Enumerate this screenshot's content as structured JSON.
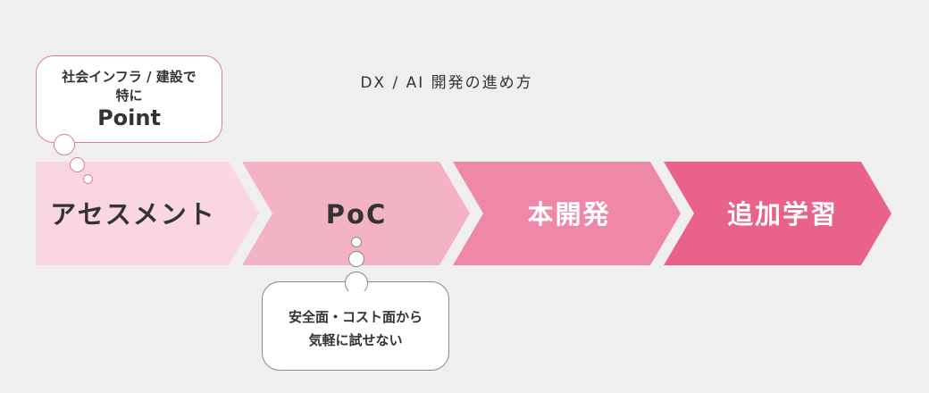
{
  "title": "DX / AI 開発の進め方",
  "steps": [
    {
      "label": "アセスメント",
      "fill": "#fad6e0",
      "text_color": "#333333"
    },
    {
      "label": "PoC",
      "fill": "#f4b2c5",
      "text_color": "#333333"
    },
    {
      "label": "本開発",
      "fill": "#ef88a6",
      "text_color": "#ffffff"
    },
    {
      "label": "追加学習",
      "fill": "#e8628a",
      "text_color": "#ffffff"
    }
  ],
  "callout_top": {
    "line1": "社会インフラ / 建設で",
    "line2": "特に",
    "line3": "Point"
  },
  "callout_bottom": {
    "line1": "安全面・コスト面から",
    "line2": "気軽に試せない"
  }
}
